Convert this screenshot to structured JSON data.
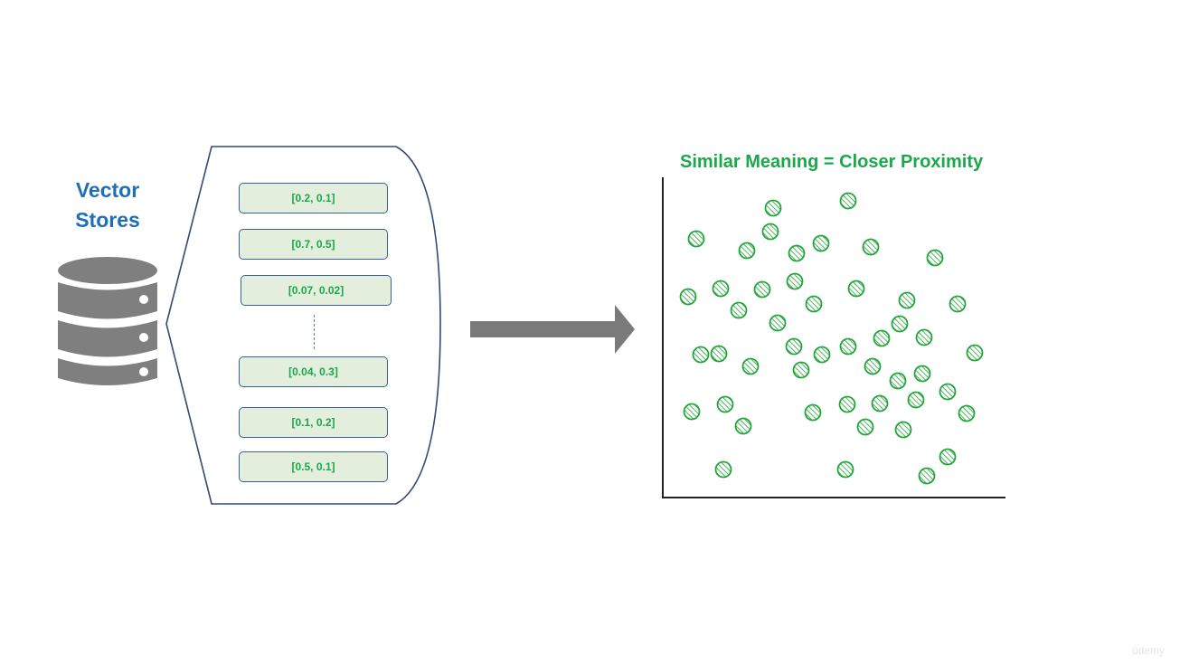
{
  "vector_stores": {
    "line1": "Vector",
    "line2": "Stores"
  },
  "vectors": [
    {
      "label": "[0.2, 0.1]"
    },
    {
      "label": "[0.7, 0.5]"
    },
    {
      "label": "[0.07, 0.02]"
    },
    {
      "label": "[0.04, 0.3]"
    },
    {
      "label": "[0.1, 0.2]"
    },
    {
      "label": "[0.5, 0.1]"
    }
  ],
  "plot": {
    "title": "Similar Meaning = Closer Proximity"
  },
  "watermark": "ûdemy",
  "colors": {
    "title_blue": "#1f6fb8",
    "icon_gray": "#7f7f7f",
    "vector_text_green": "#1aa84a",
    "vector_box_fill": "#e3efdc",
    "vector_box_border": "#3b5f99",
    "dot_green": "#22a63a"
  },
  "icons": {
    "database": "database-icon",
    "arrow": "right-arrow-icon"
  }
}
